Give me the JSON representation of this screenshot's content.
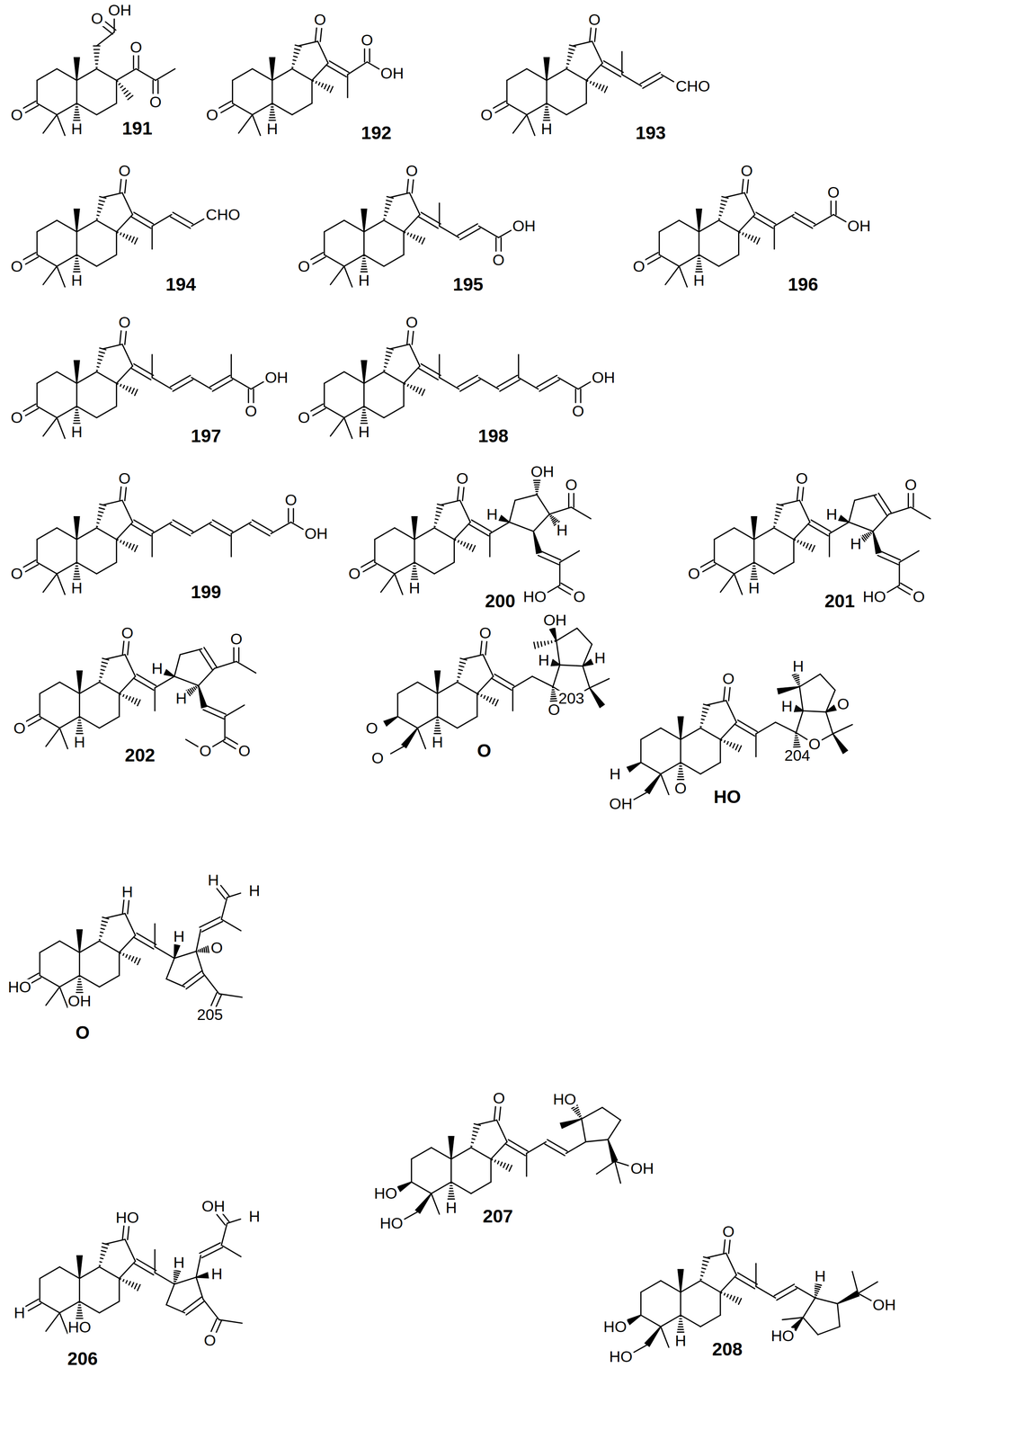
{
  "diagram": {
    "labels": [
      "OH",
      "O",
      "O",
      "O",
      "O",
      "H",
      "191",
      "O",
      "O",
      "H",
      "O",
      "OH",
      "192",
      "O",
      "O",
      "H",
      "CHO",
      "193",
      "O",
      "O",
      "H",
      "CHO",
      "194",
      "O",
      "O",
      "H",
      "O",
      "OH",
      "195",
      "O",
      "O",
      "H",
      "O",
      "OH",
      "196",
      "O",
      "O",
      "H",
      "O",
      "OH",
      "197",
      "O",
      "O",
      "H",
      "O",
      "OH",
      "198",
      "O",
      "O",
      "H",
      "O",
      "OH",
      "199",
      "O",
      "O",
      "H",
      "OH",
      "O",
      "H",
      "H",
      "HO",
      "O",
      "200",
      "O",
      "O",
      "H",
      "O",
      "H",
      "H",
      "HO",
      "O",
      "201",
      "O",
      "O",
      "H",
      "O",
      "H",
      "H",
      "O",
      "O",
      "202",
      "O",
      "O",
      "H",
      "O",
      "OH",
      "H",
      "H",
      "O",
      "203",
      "O",
      "O",
      "H",
      "O",
      "OH",
      "H",
      "H",
      "O",
      "204",
      "O",
      "HO",
      "H",
      "HO",
      "OH",
      "H",
      "H",
      "H",
      "O",
      "205",
      "O",
      "HO",
      "H",
      "HO",
      "OH",
      "H",
      "H",
      "H",
      "O",
      "206",
      "O",
      "HO",
      "H",
      "HO",
      "HO",
      "OH",
      "207",
      "O",
      "HO",
      "H",
      "HO",
      "H",
      "OH",
      "HO",
      "208"
    ]
  }
}
